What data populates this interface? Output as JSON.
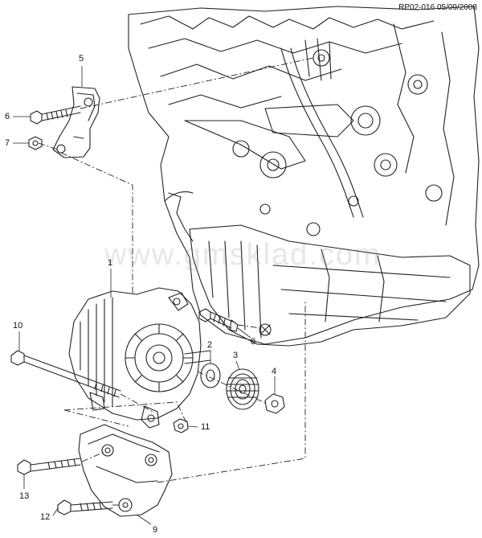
{
  "header": {
    "ref": "RP02-016 05/09/2008"
  },
  "watermark": {
    "text": "www.gmsklad.com"
  },
  "callouts": [
    {
      "key": "1",
      "label": "1"
    },
    {
      "key": "2",
      "label": "2"
    },
    {
      "key": "3",
      "label": "3"
    },
    {
      "key": "4",
      "label": "4"
    },
    {
      "key": "5",
      "label": "5"
    },
    {
      "key": "6",
      "label": "6"
    },
    {
      "key": "7",
      "label": "7"
    },
    {
      "key": "8",
      "label": "8"
    },
    {
      "key": "9",
      "label": "9"
    },
    {
      "key": "10",
      "label": "10"
    },
    {
      "key": "11",
      "label": "11"
    },
    {
      "key": "12",
      "label": "12"
    },
    {
      "key": "13",
      "label": "13"
    }
  ],
  "colors": {
    "line": "#222222",
    "background": "#ffffff",
    "watermark": "#787878"
  }
}
